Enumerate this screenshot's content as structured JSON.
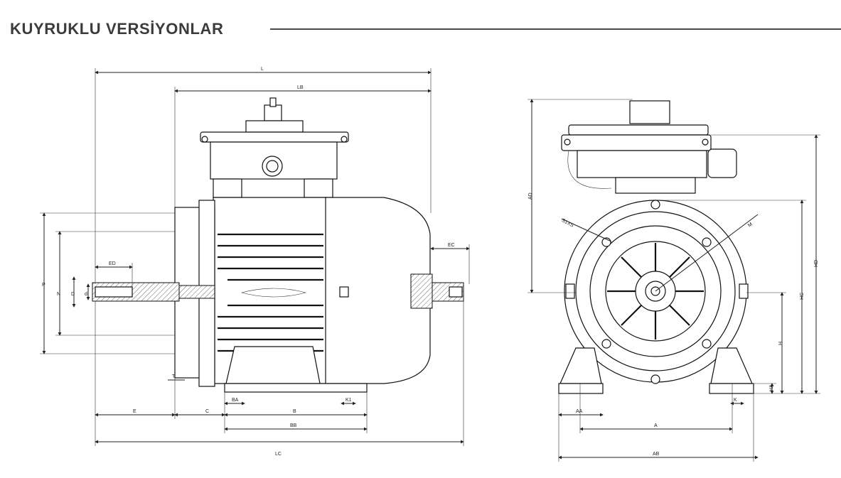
{
  "header": {
    "title": "KUYRUKLU VERSİYONLAR"
  },
  "side_view": {
    "dimensions": {
      "L": "L",
      "LB": "LB",
      "EC": "EC",
      "ED": "ED",
      "P": "P",
      "N": "N",
      "D": "D",
      "d": "d",
      "T": "T",
      "E": "E",
      "C": "C",
      "BA": "BA",
      "B": "B",
      "K1": "K1",
      "BB": "BB",
      "LC": "LC"
    }
  },
  "front_view": {
    "dimensions": {
      "AD": "AD",
      "S1XS": "S1XS",
      "M": "M",
      "HD": "HD",
      "HC": "HC",
      "H": "H",
      "HA": "HA",
      "AA": "AA",
      "K": "K",
      "A": "A",
      "AB": "AB"
    }
  }
}
